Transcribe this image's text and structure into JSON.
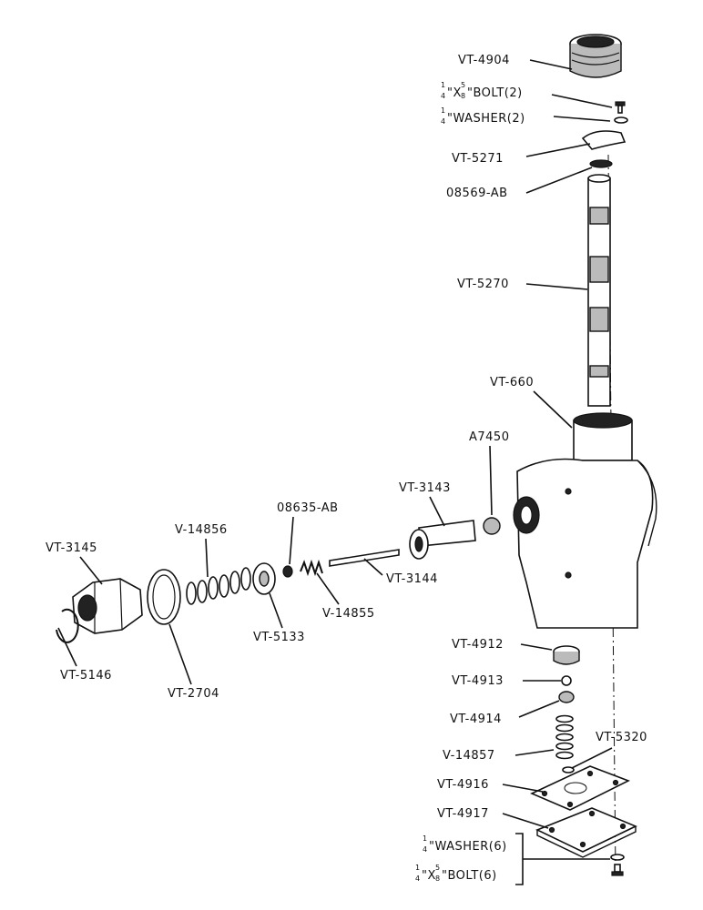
{
  "labels": {
    "vt4904": "VT-4904",
    "bolt_top_num": "1",
    "bolt_top_den": "4",
    "bolt_top_x": "\"X",
    "bolt_top_num2": "5",
    "bolt_top_den2": "8",
    "bolt_top_text": "\"BOLT(2)",
    "washer_top_num": "1",
    "washer_top_den": "4",
    "washer_top_text": "\"WASHER(2)",
    "vt5271": "VT-5271",
    "o8569ab": "08569-AB",
    "vt5270": "VT-5270",
    "vt660": "VT-660",
    "a7450": "A7450",
    "vt3143": "VT-3143",
    "o8635ab": "08635-AB",
    "v14856": "V-14856",
    "vt3145": "VT-3145",
    "vt3144": "VT-3144",
    "v14855": "V-14855",
    "vt5133": "VT-5133",
    "vt5146": "VT-5146",
    "vt2704": "VT-2704",
    "vt4912": "VT-4912",
    "vt4913": "VT-4913",
    "vt4914": "VT-4914",
    "v14857": "V-14857",
    "vt5320": "VT-5320",
    "vt4916": "VT-4916",
    "vt4917": "VT-4917",
    "washer_bot_num": "1",
    "washer_bot_den": "4",
    "washer_bot_text": "\"WASHER(6)",
    "bolt_bot_num": "1",
    "bolt_bot_den": "4",
    "bolt_bot_x": "\"X",
    "bolt_bot_num2": "5",
    "bolt_bot_den2": "8",
    "bolt_bot_text": "\"BOLT(6)"
  }
}
